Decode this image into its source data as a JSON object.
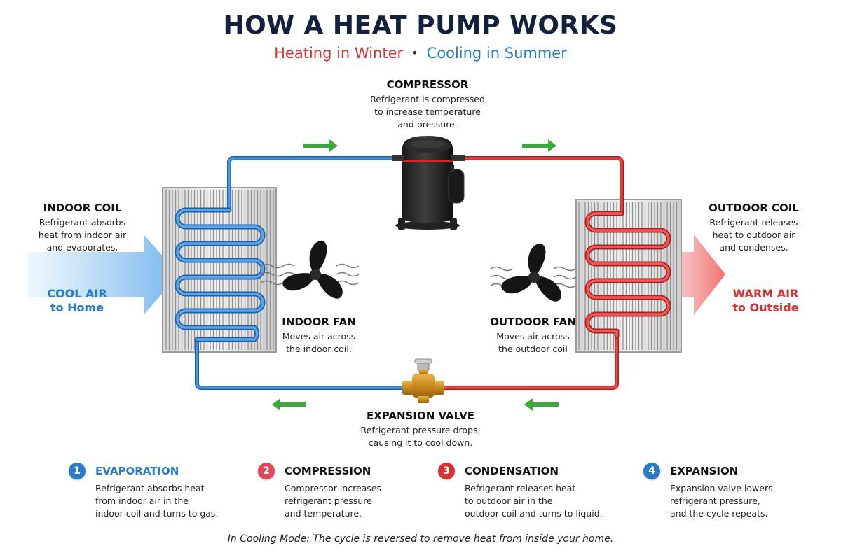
{
  "header": {
    "title": "HOW A HEAT PUMP WORKS",
    "subtitle_heating": "Heating in Winter",
    "subtitle_separator": "•",
    "subtitle_cooling": "Cooling in Summer"
  },
  "compressor": {
    "title": "COMPRESSOR",
    "lines": [
      "Refrigerant is compressed",
      "to increase temperature",
      "and pressure."
    ]
  },
  "indoor_coil": {
    "title": "INDOOR COIL",
    "lines": [
      "Refrigerant absorbs",
      "heat from indoor air",
      "and evaporates."
    ]
  },
  "outdoor_coil": {
    "title": "OUTDOOR COIL",
    "lines": [
      "Refrigerant releases",
      "heat to outdoor air",
      "and condenses."
    ]
  },
  "indoor_fan": {
    "title": "INDOOR FAN",
    "lines": [
      "Moves air across",
      "the indoor coil."
    ]
  },
  "outdoor_fan": {
    "title": "OUTDOOR FAN",
    "lines": [
      "Moves air across",
      "the outdoor coil"
    ]
  },
  "expansion_valve": {
    "title": "EXPANSION VALVE",
    "lines": [
      "Refrigerant pressure drops,",
      "causing it to cool down."
    ]
  },
  "air_labels": {
    "cool_line1": "COOL AIR",
    "cool_line2": "to Home",
    "warm_line1": "WARM AIR",
    "warm_line2": "to Outside"
  },
  "steps": [
    {
      "number": "1",
      "title": "EVAPORATION",
      "color": "#2a7bc8",
      "lines": [
        "Refrigerant absorbs heat",
        "from indoor air in the",
        "indoor coil and turns to gas."
      ]
    },
    {
      "number": "2",
      "title": "COMPRESSION",
      "color": "#e0475a",
      "lines": [
        "Compressor increases",
        "refrigerant pressure",
        "and temperature."
      ]
    },
    {
      "number": "3",
      "title": "CONDENSATION",
      "color": "#d63333",
      "lines": [
        "Refrigerant releases heat",
        "to outdoor air in the",
        "outdoor coil and turns to liquid."
      ]
    },
    {
      "number": "4",
      "title": "EXPANSION",
      "color": "#2a7bc8",
      "lines": [
        "Expansion valve lowers",
        "refrigerant pressure,",
        "and the cycle repeats."
      ]
    }
  ],
  "footnote": "In Cooling Mode: The cycle is reversed to remove heat from inside your home.",
  "colors": {
    "cold_refrigerant": "#2f7fd6",
    "hot_refrigerant": "#e03131",
    "flow_arrow": "#3aa83a",
    "title": "#14213d"
  },
  "icons": [
    "compressor-icon",
    "expansion-valve-icon",
    "indoor-fan-icon",
    "outdoor-fan-icon",
    "flow-arrow-icon"
  ]
}
